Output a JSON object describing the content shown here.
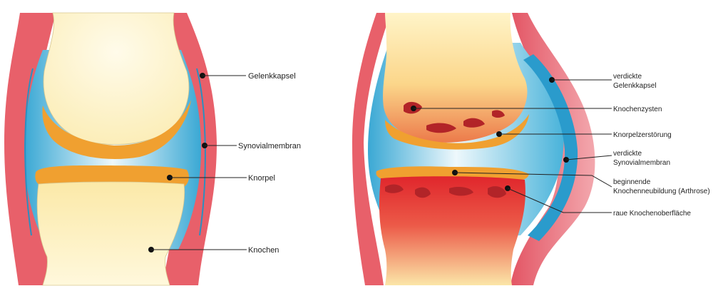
{
  "healthy_joint": {
    "labels": {
      "capsule": "Gelenkkapsel",
      "synovial": "Synovialmembran",
      "cartilage": "Knorpel",
      "bone": "Knochen"
    }
  },
  "arthritic_joint": {
    "labels": {
      "capsule_line1": "verdickte",
      "capsule_line2": "Gelenkkapsel",
      "cysts": "Knochenzysten",
      "cartilage_destruction": "Knorpelzerstörung",
      "synovial_line1": "verdickte",
      "synovial_line2": "Synovialmembran",
      "new_bone_line1": "beginnende",
      "new_bone_line2": "Knochenneubildung (Arthrose)",
      "rough_surface": "raue Knochenoberfläche"
    }
  },
  "colors": {
    "capsule": "#e8606a",
    "synovial": "#4db6dc",
    "fluid_light": "#e8f6fb",
    "cartilage": "#f0a030",
    "bone": "#fbefbd",
    "inflamed_bone": "#e0383a",
    "cyst": "#b22428"
  }
}
